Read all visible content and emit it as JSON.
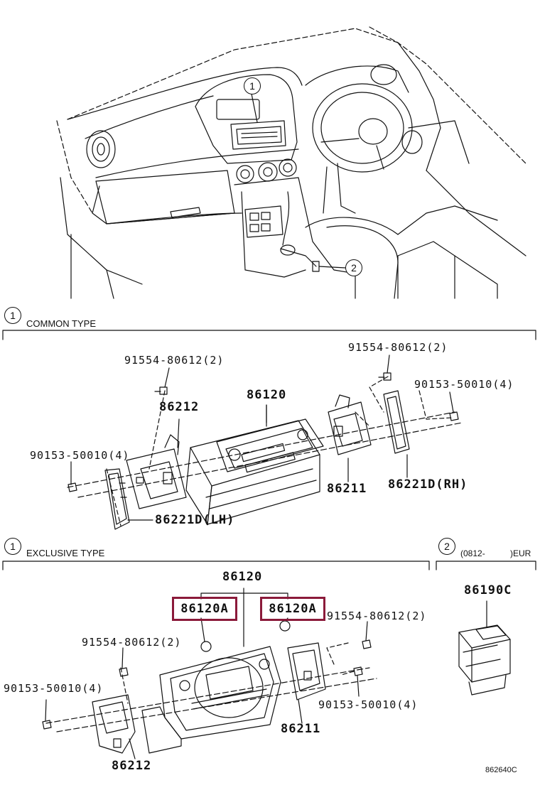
{
  "overview": {
    "callout_1": "1",
    "callout_2": "2"
  },
  "sections": {
    "common": {
      "num": "1",
      "title": "COMMON TYPE"
    },
    "exclusive": {
      "num": "1",
      "title": "EXCLUSIVE TYPE"
    },
    "eur": {
      "num": "2",
      "title_left": "(0812-",
      "title_right": ")EUR"
    }
  },
  "common_labels": {
    "screw_left_top": "91554-80612(2)",
    "screw_right_top": "91554-80612(2)",
    "bolt_right": "90153-50010(4)",
    "bolt_left": "90153-50010(4)",
    "bracket_left": "86212",
    "radio": "86120",
    "bracket_right": "86211",
    "cover_rh": "86221D(RH)",
    "cover_lh": "86221D(LH)"
  },
  "exclusive_labels": {
    "radio": "86120",
    "knob_left": "86120A",
    "knob_right": "86120A",
    "screw_right": "91554-80612(2)",
    "screw_left": "91554-80612(2)",
    "bolt_left": "90153-50010(4)",
    "bolt_right": "90153-50010(4)",
    "bracket_right": "86211",
    "bracket_left": "86212"
  },
  "eur_labels": {
    "switch": "86190C"
  },
  "figure_code": "862640C",
  "colors": {
    "line": "#111111",
    "highlight": "#8b1a3a"
  }
}
